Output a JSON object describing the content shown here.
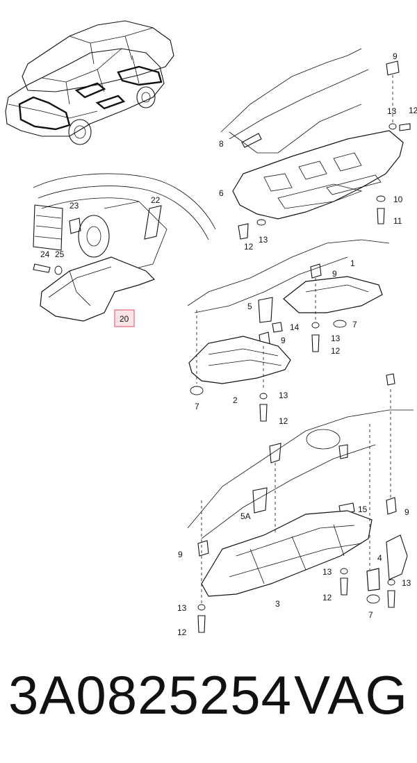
{
  "callouts": {
    "c1": "1",
    "c2": "2",
    "c3": "3",
    "c4": "4",
    "c5": "5",
    "c5a": "5A",
    "c6": "6",
    "c7a": "7",
    "c7b": "7",
    "c7c": "7",
    "c8": "8",
    "c9a": "9",
    "c9b": "9",
    "c9c": "9",
    "c9d": "9",
    "c9e": "9",
    "c10": "10",
    "c11": "11",
    "c12a": "12",
    "c12b": "12",
    "c12c": "12",
    "c12d": "12",
    "c12e": "12",
    "c12f": "12",
    "c13a": "13",
    "c13b": "13",
    "c13c": "13",
    "c13d": "13",
    "c13e": "13",
    "c13f": "13",
    "c13g": "13",
    "c14": "14",
    "c15": "15",
    "c20": "20",
    "c22": "22",
    "c23": "23",
    "c24": "24",
    "c25": "25"
  },
  "highlighted_callout": "20",
  "highlight_color": "#e06a7c",
  "footer": {
    "part_number": "3A0825254",
    "brand": "VAG"
  }
}
